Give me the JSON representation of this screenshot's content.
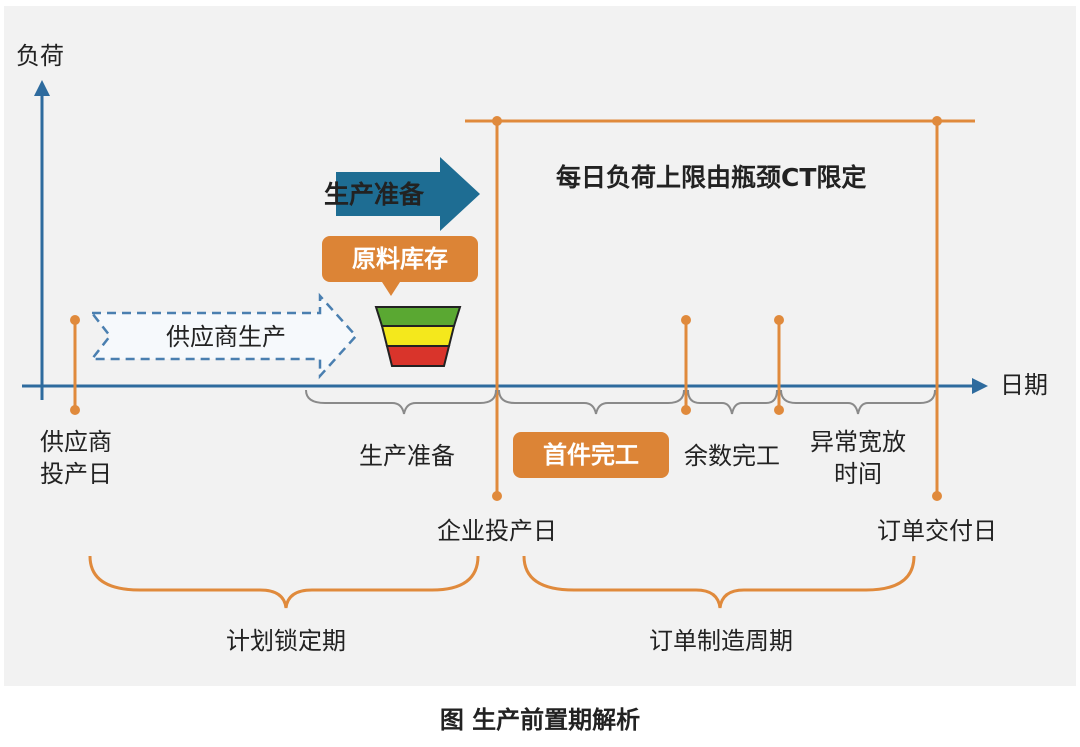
{
  "axes": {
    "y_label": "负荷",
    "x_label": "日期"
  },
  "header": {
    "capacity_note": "每日负荷上限由瓶颈CT限定"
  },
  "arrows": {
    "production_prep": "生产准备",
    "supplier_production": "供应商生产"
  },
  "callouts": {
    "raw_material_inventory": "原料库存",
    "first_piece_done": "首件完工"
  },
  "timeline": {
    "supplier_start": [
      "供应商",
      "投产日"
    ],
    "prep_segment": "生产准备",
    "remaining_done": "余数完工",
    "abnormal_buffer": [
      "异常宽放",
      "时间"
    ],
    "company_start": "企业投产日",
    "order_delivery": "订单交付日"
  },
  "periods": {
    "plan_lock": "计划锁定期",
    "order_manufacture": "订单制造周期"
  },
  "caption": "图  生产前置期解析",
  "colors": {
    "axis_blue": "#2e6b9e",
    "orange": "#e08a3c",
    "tag_orange": "#dc8436",
    "arrow_teal": "#1e6d93",
    "funnel_green": "#5aa832",
    "funnel_yellow": "#f4e81c",
    "funnel_red": "#d9342b",
    "brace_gray": "#8a8a8a"
  }
}
